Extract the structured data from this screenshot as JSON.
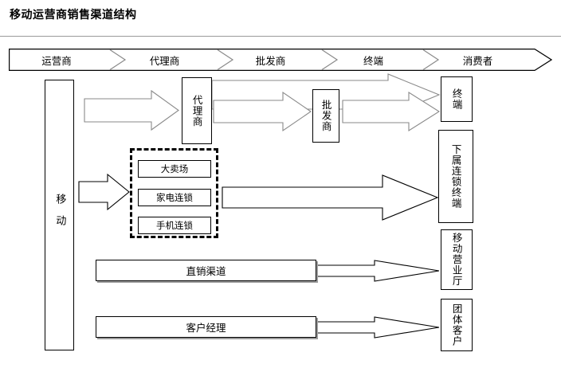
{
  "title": "移动运营商销售渠道结构",
  "band": {
    "segments": [
      {
        "label": "运营商"
      },
      {
        "label": "代理商"
      },
      {
        "label": "批发商"
      },
      {
        "label": "终端"
      },
      {
        "label": "消费者"
      }
    ]
  },
  "nodes": {
    "mobile": "移动",
    "agent": "代理商",
    "wholesaler": "批发商",
    "terminal": "终端",
    "chain_terminal": "下属连锁终端",
    "business_hall": "移动营业厅",
    "group_customer": "团体客户"
  },
  "retail_cluster": {
    "items": [
      {
        "label": "大卖场"
      },
      {
        "label": "家电连锁"
      },
      {
        "label": "手机连锁"
      }
    ]
  },
  "bars": {
    "direct": "直销渠道",
    "account_manager": "客户经理"
  },
  "colors": {
    "background": "#ffffff",
    "line": "#000000",
    "rule": "#9a9a9a",
    "shadow": "#9b9b9b"
  }
}
